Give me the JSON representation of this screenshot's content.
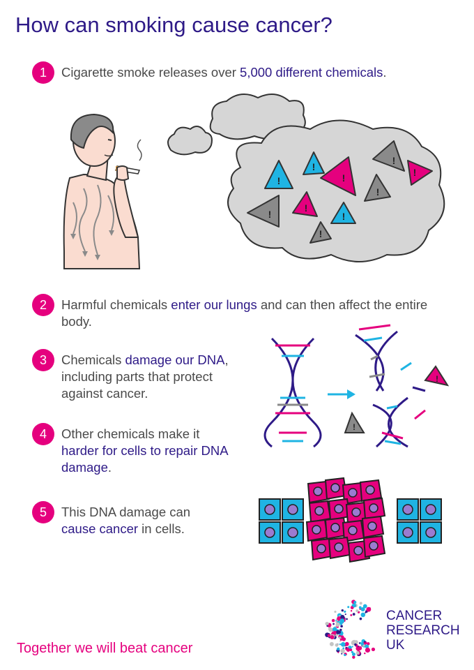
{
  "title": "How can smoking cause cancer?",
  "steps": [
    {
      "num": "1",
      "a": "Cigarette smoke releases over ",
      "hl": "5,000 different chemicals",
      "b": "."
    },
    {
      "num": "2",
      "a": "Harmful chemicals ",
      "hl": "enter our lungs",
      "b": "  and can then affect the entire body."
    },
    {
      "num": "3",
      "a": "Chemicals ",
      "hl": "damage our DNA",
      "b": ", including parts that protect against cancer."
    },
    {
      "num": "4",
      "a": "Other chemicals make it ",
      "hl": "harder for cells to repair DNA damage",
      "b": "."
    },
    {
      "num": "5",
      "a": "This DNA damage can ",
      "hl": "cause cancer",
      "b": " in cells."
    }
  ],
  "footer": "Together we will beat cancer",
  "logo": {
    "line1": "CANCER",
    "line2": "RESEARCH",
    "line3": "UK"
  },
  "colors": {
    "brand_purple": "#2e1a87",
    "brand_pink": "#e5007e",
    "cyan": "#1fb4e3",
    "grey": "#8a8a8a"
  }
}
